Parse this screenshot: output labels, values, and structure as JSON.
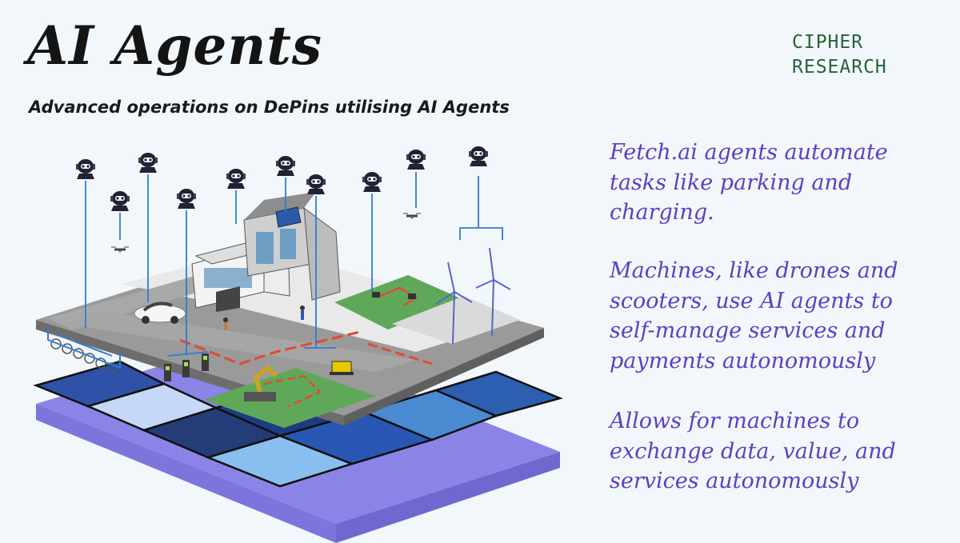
{
  "header": {
    "title": "AI Agents",
    "subtitle": "Advanced operations on DePins utilising AI Agents"
  },
  "brand": {
    "line1": "CIPHER",
    "line2": "RESEARCH",
    "color": "#27623b"
  },
  "points": [
    {
      "text": "Fetch.ai agents automate\ntasks like parking and\ncharging."
    },
    {
      "text": "Machines, like drones and\nscooters, use AI agents to\nself-manage services and\npayments autonomously"
    },
    {
      "text": "Allows for machines to\nexchange data, value, and\nservices autonomously"
    }
  ],
  "colors": {
    "background": "#f2f7fb",
    "text_accent": "#5b3fc7",
    "agent_line": "#2f7bd6",
    "grass": "#5fa85a",
    "road": "#8f8f8f"
  },
  "illustration": {
    "agent_icon": "robot-head-icon",
    "elements": [
      "house-icon",
      "solar-panel-icon",
      "car-icon",
      "bike-rack-icon",
      "ev-charger-icon",
      "drone-icon",
      "wind-turbine-icon",
      "robot-arm-icon",
      "rover-robot-icon",
      "lawn-mower-icon",
      "person-icon"
    ]
  }
}
